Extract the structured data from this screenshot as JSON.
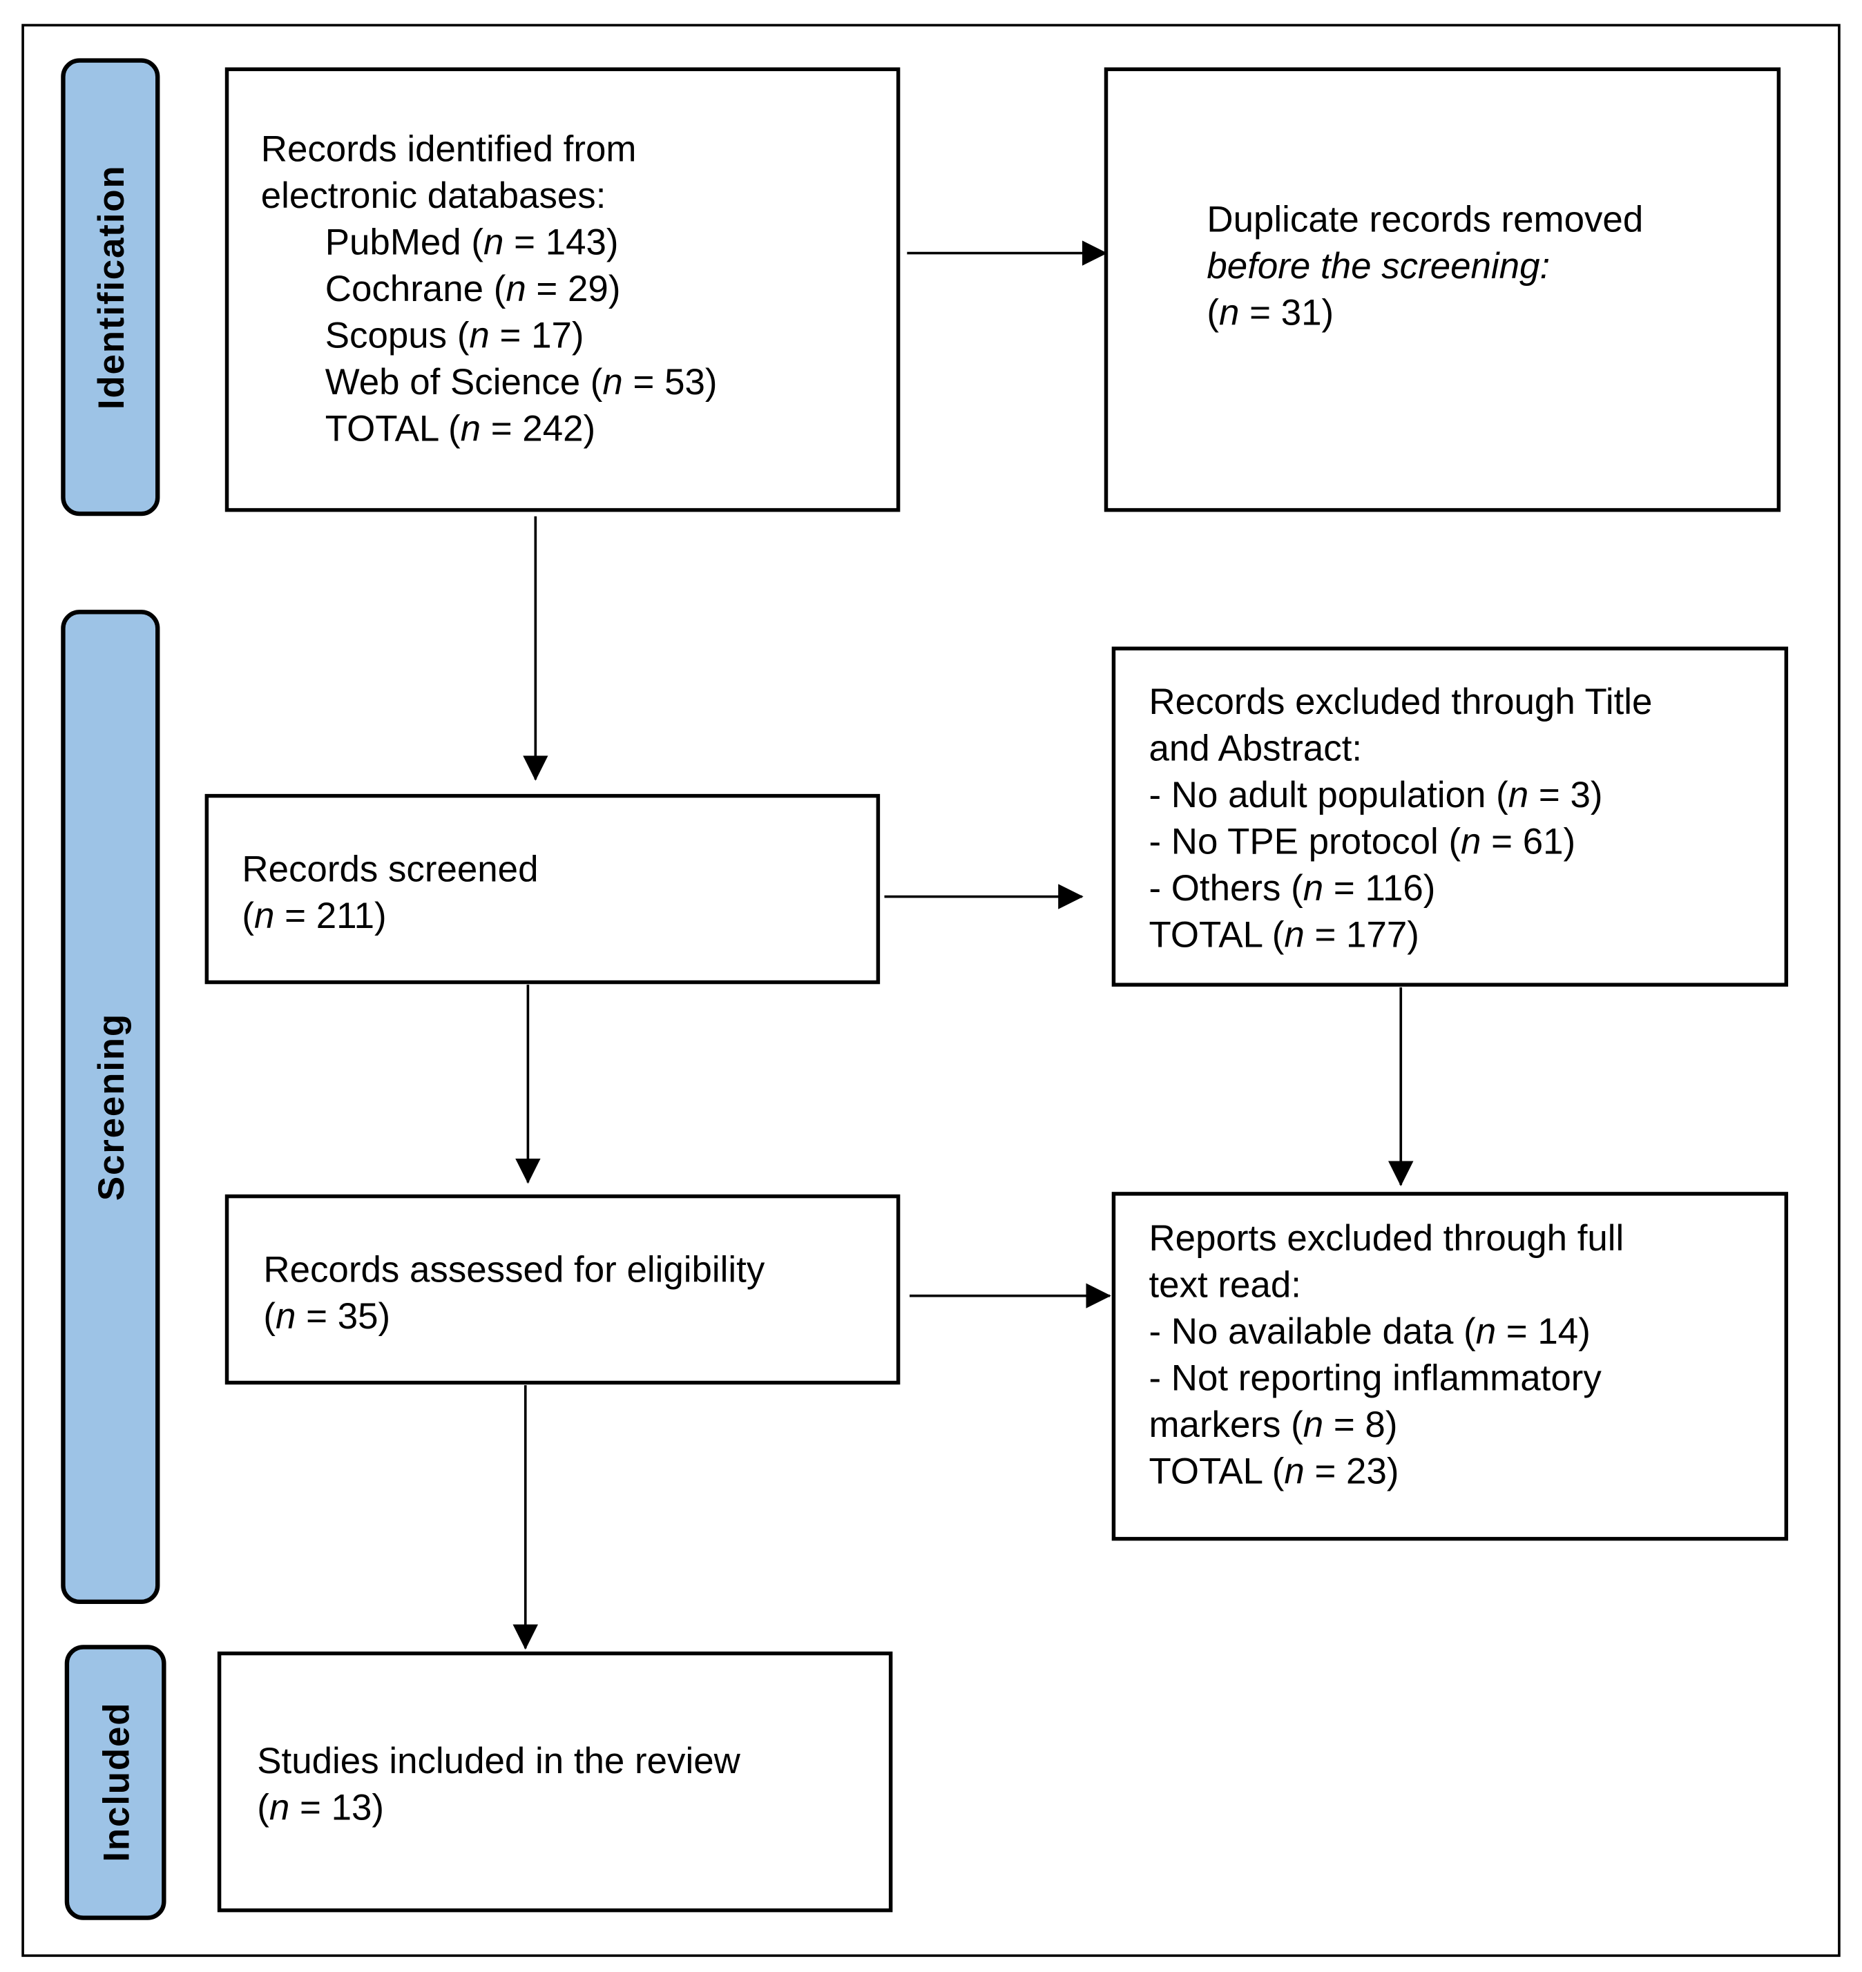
{
  "stages": {
    "identification": "Identification",
    "screening": "Screening",
    "included": "Included"
  },
  "colors": {
    "stage_fill": "#9DC3E6",
    "border": "#000000"
  },
  "boxes": {
    "identified": [
      [
        {
          "t": "Records identified from"
        }
      ],
      [
        {
          "t": "electronic databases:"
        }
      ],
      [
        {
          "t": "PubMed ("
        },
        {
          "t": "n",
          "i": true
        },
        {
          "t": " = 143)"
        }
      ],
      [
        {
          "t": "Cochrane ("
        },
        {
          "t": "n",
          "i": true
        },
        {
          "t": " = 29)"
        }
      ],
      [
        {
          "t": "Scopus ("
        },
        {
          "t": "n",
          "i": true
        },
        {
          "t": " = 17)"
        }
      ],
      [
        {
          "t": "Web of Science ("
        },
        {
          "t": "n",
          "i": true
        },
        {
          "t": " = 53)"
        }
      ],
      [
        {
          "t": "TOTAL ("
        },
        {
          "t": "n",
          "i": true
        },
        {
          "t": " = 242)"
        }
      ]
    ],
    "duplicates": [
      [
        {
          "t": "Duplicate records removed"
        }
      ],
      [
        {
          "t": "before the screening:",
          "i": true
        }
      ],
      [
        {
          "t": "("
        },
        {
          "t": "n",
          "i": true
        },
        {
          "t": " = 31)"
        }
      ]
    ],
    "screened": [
      [
        {
          "t": "Records screened"
        }
      ],
      [
        {
          "t": "("
        },
        {
          "t": "n",
          "i": true
        },
        {
          "t": " = 211)"
        }
      ]
    ],
    "excluded_title": [
      [
        {
          "t": "Records excluded through Title"
        }
      ],
      [
        {
          "t": "and Abstract:"
        }
      ],
      [
        {
          "t": "- No adult population ("
        },
        {
          "t": "n",
          "i": true
        },
        {
          "t": " = 3)"
        }
      ],
      [
        {
          "t": "- No TPE protocol ("
        },
        {
          "t": "n",
          "i": true
        },
        {
          "t": " = 61)"
        }
      ],
      [
        {
          "t": "- Others ("
        },
        {
          "t": "n",
          "i": true
        },
        {
          "t": " = 116)"
        }
      ],
      [
        {
          "t": "TOTAL ("
        },
        {
          "t": "n",
          "i": true
        },
        {
          "t": " = 177)"
        }
      ]
    ],
    "eligibility": [
      [
        {
          "t": "Records assessed for eligibility"
        }
      ],
      [
        {
          "t": "("
        },
        {
          "t": "n",
          "i": true
        },
        {
          "t": " = 35)"
        }
      ]
    ],
    "excluded_fulltext": [
      [
        {
          "t": "Reports excluded through full"
        }
      ],
      [
        {
          "t": "text read:"
        }
      ],
      [
        {
          "t": "- No available data ("
        },
        {
          "t": "n",
          "i": true
        },
        {
          "t": " = 14)"
        }
      ],
      [
        {
          "t": "- Not reporting inflammatory"
        }
      ],
      [
        {
          "t": "markers ("
        },
        {
          "t": "n",
          "i": true
        },
        {
          "t": " = 8)"
        }
      ],
      [
        {
          "t": "TOTAL ("
        },
        {
          "t": "n",
          "i": true
        },
        {
          "t": " = 23)"
        }
      ]
    ],
    "included": [
      [
        {
          "t": "Studies included in the review"
        }
      ],
      [
        {
          "t": "("
        },
        {
          "t": "n",
          "i": true
        },
        {
          "t": " = 13)"
        }
      ]
    ]
  }
}
